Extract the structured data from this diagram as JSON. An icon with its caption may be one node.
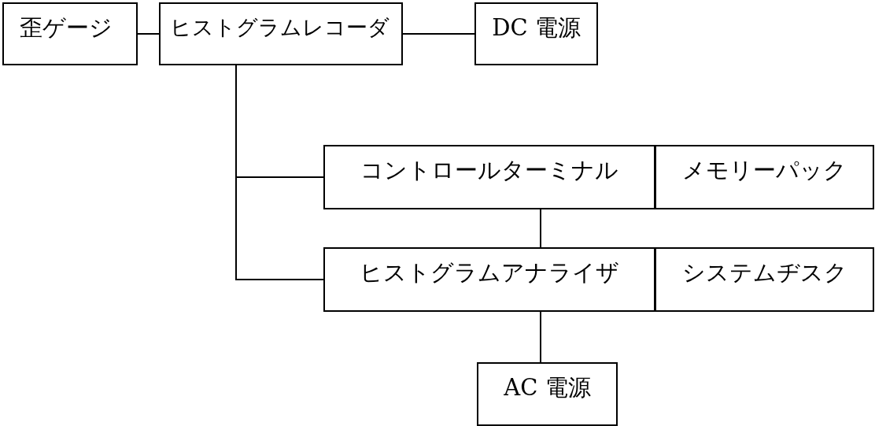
{
  "diagram": {
    "nodes": [
      {
        "text": [
          "歪ゲージ"
        ]
      },
      {
        "text": [
          "ヒストグラムレコーダ"
        ]
      },
      {
        "text": [
          "DC 電源"
        ]
      },
      {
        "text": [
          "コントロールターミナル"
        ]
      },
      {
        "text": [
          "メモリーパック"
        ]
      },
      {
        "text": [
          "ヒストグラムアナライザ"
        ]
      },
      {
        "text": [
          "システムヂスク"
        ]
      },
      {
        "text": [
          "AC 電源"
        ]
      }
    ],
    "edges": [
      {
        "from": 0,
        "to": 1,
        "arrow": "none"
      },
      {
        "from": 1,
        "to": 2,
        "arrow": "none"
      },
      {
        "from": 1,
        "to": 3,
        "arrow": "none"
      },
      {
        "from": 1,
        "to": 5,
        "arrow": "none"
      },
      {
        "from": 3,
        "to": 5,
        "arrow": "none"
      },
      {
        "from": 5,
        "to": 7,
        "arrow": "none"
      }
    ]
  }
}
